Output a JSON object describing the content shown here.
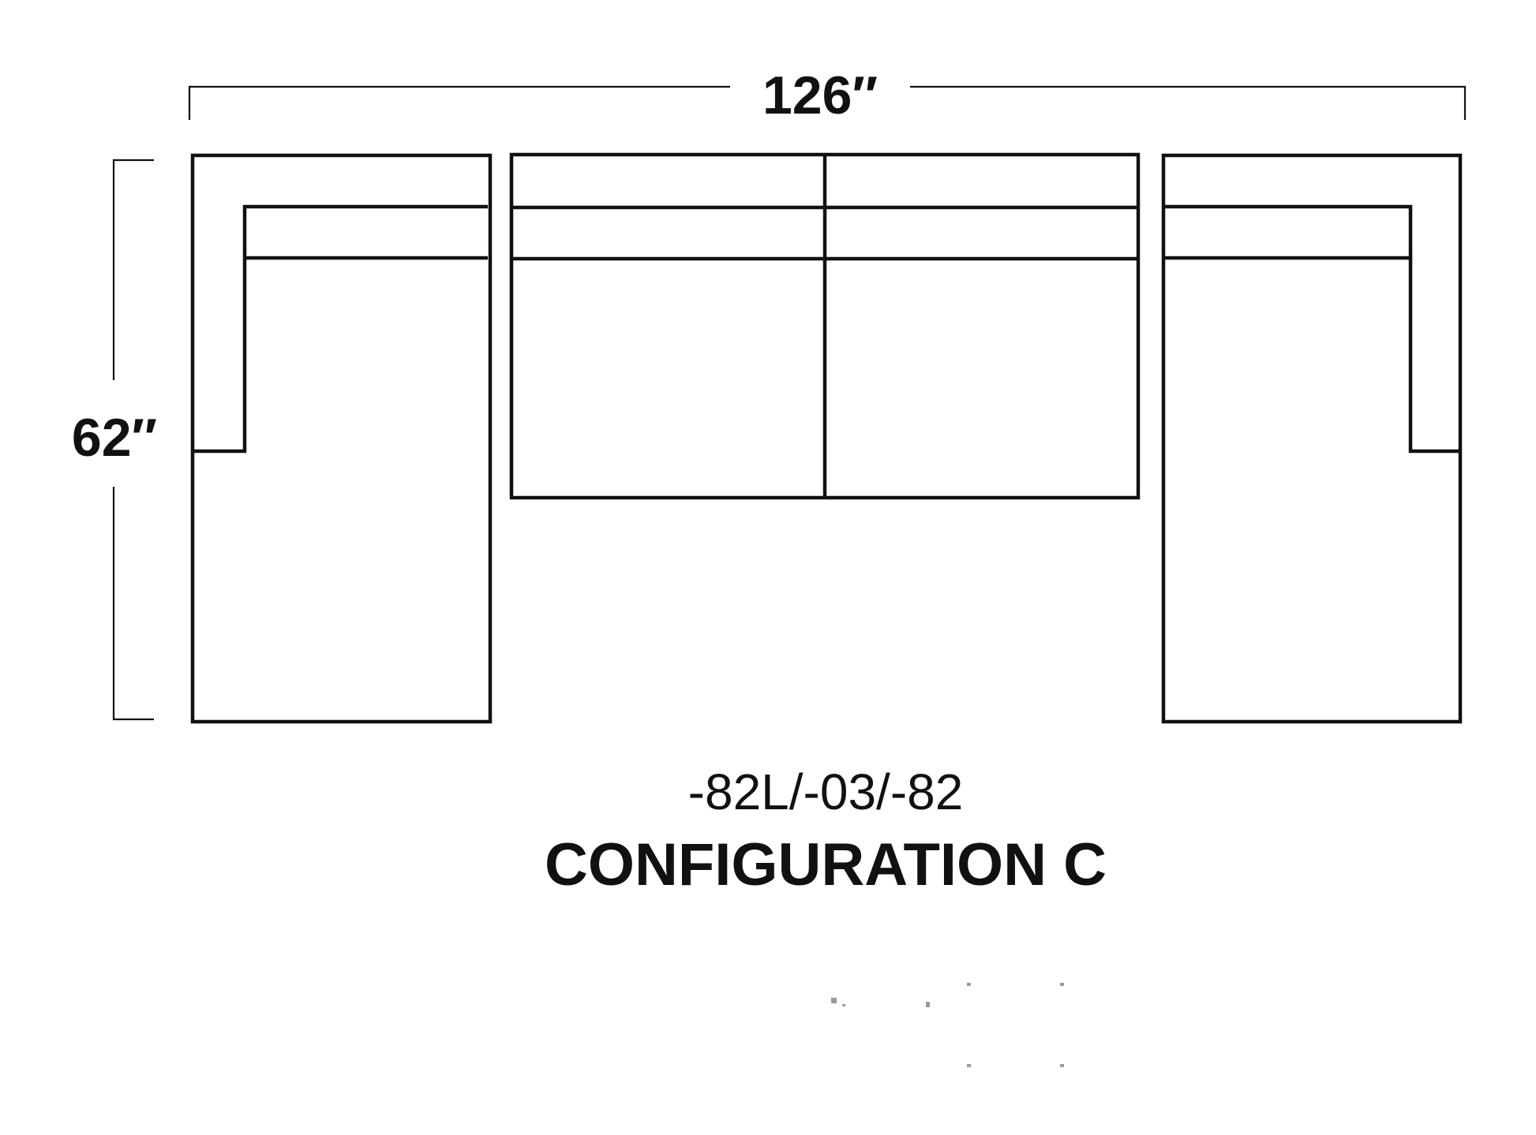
{
  "dimensions": {
    "width_label": "126″",
    "depth_label": "62″"
  },
  "configuration": {
    "code": "-82L/-03/-82",
    "name": "CONFIGURATION C"
  },
  "pieces": [
    {
      "name": "left-chaise"
    },
    {
      "name": "center-loveseat"
    },
    {
      "name": "right-chaise"
    }
  ],
  "colors": {
    "line": "#111111",
    "background": "#ffffff"
  }
}
